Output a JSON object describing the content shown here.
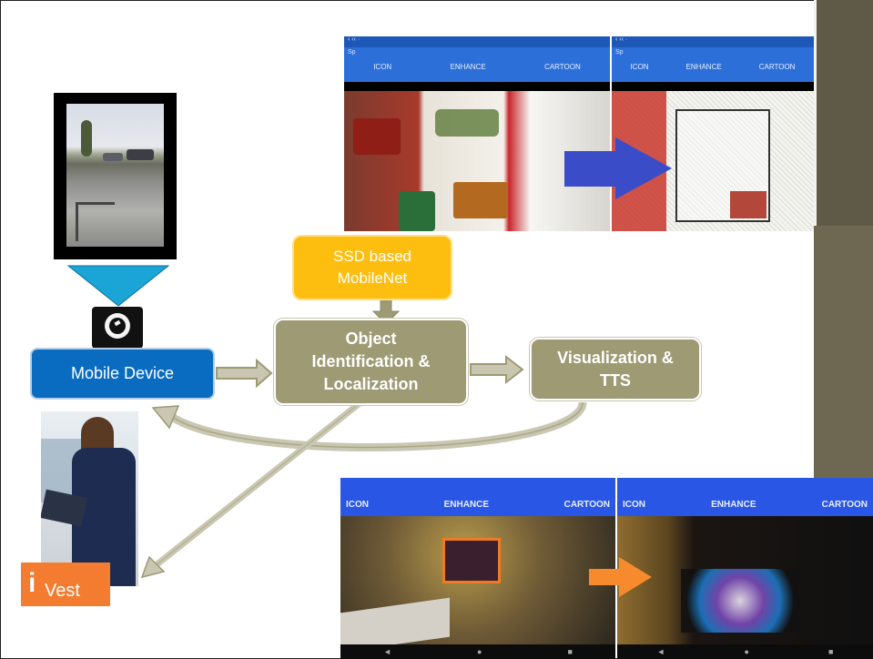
{
  "nodes": {
    "ssd": {
      "line1": "SSD based",
      "line2": "MobileNet"
    },
    "mobile": {
      "label": "Mobile Device"
    },
    "object": {
      "line1": "Object",
      "line2": "Identification &",
      "line3": "Localization"
    },
    "visual": {
      "line1": "Visualization &",
      "line2": "TTS"
    }
  },
  "top_screens": {
    "status_left": "Sp",
    "tabs": [
      "ICON",
      "ENHANCE",
      "CARTOON"
    ]
  },
  "bottom_screens": {
    "tabs": [
      "ICON",
      "ENHANCE",
      "CARTOON"
    ],
    "nav": [
      "◄",
      "●",
      "■"
    ]
  },
  "logo": {
    "i": "i",
    "vest": "Vest"
  },
  "colors": {
    "olive": "#9d9a74",
    "blue": "#0a6cc0",
    "gold": "#fdbe10",
    "arrow_blue": "#3b4cc8",
    "arrow_orange": "#f68a2c",
    "cyan": "#1aa5d6",
    "logo_orange": "#f47c30"
  }
}
